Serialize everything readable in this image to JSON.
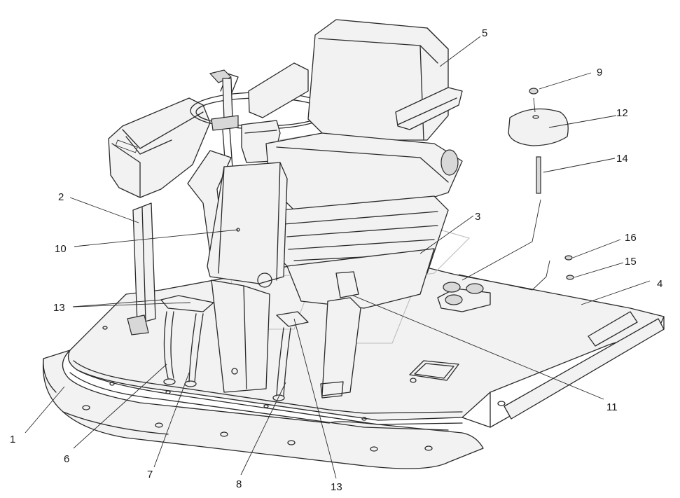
{
  "callouts": [
    {
      "id": "c1",
      "label": "1"
    },
    {
      "id": "c2",
      "label": "2"
    },
    {
      "id": "c3",
      "label": "3"
    },
    {
      "id": "c4",
      "label": "4"
    },
    {
      "id": "c5",
      "label": "5"
    },
    {
      "id": "c6",
      "label": "6"
    },
    {
      "id": "c7",
      "label": "7"
    },
    {
      "id": "c8",
      "label": "8"
    },
    {
      "id": "c9",
      "label": "9"
    },
    {
      "id": "c10",
      "label": "10"
    },
    {
      "id": "c11",
      "label": "11"
    },
    {
      "id": "c12",
      "label": "12"
    },
    {
      "id": "c13a",
      "label": "13"
    },
    {
      "id": "c13b",
      "label": "13"
    },
    {
      "id": "c14",
      "label": "14"
    },
    {
      "id": "c15",
      "label": "15"
    },
    {
      "id": "c16",
      "label": "16"
    }
  ]
}
